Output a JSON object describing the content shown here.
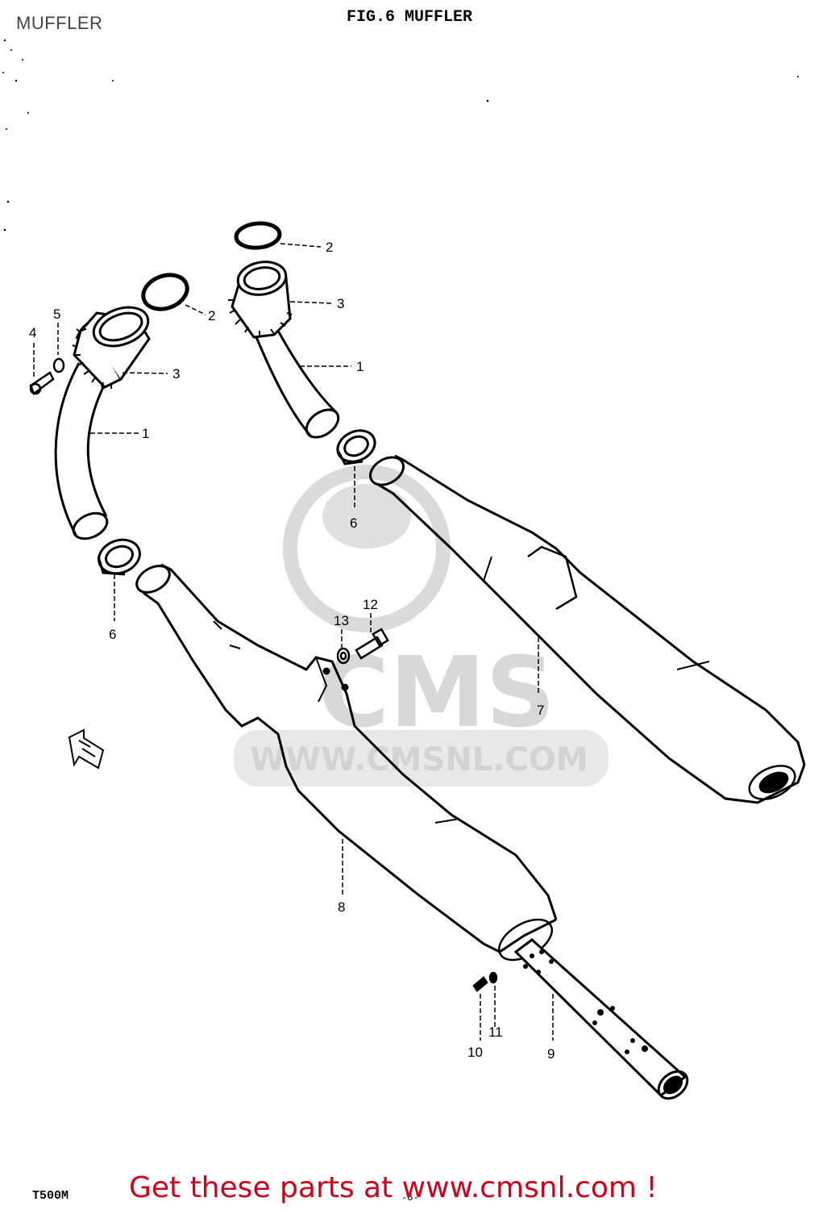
{
  "header": {
    "label": "MUFFLER",
    "fig_title": "FIG.6 MUFFLER"
  },
  "footer": {
    "model_code": "T500M",
    "page_mark": "-6-",
    "banner_text": "Get these parts at www.cmsnl.com !",
    "banner_color": "#d0021b"
  },
  "watermark": {
    "logo_text": "CMS",
    "url_text": "WWW.CMSNL.COM",
    "color": "#d4d4d4"
  },
  "callouts": {
    "c1_left": "1",
    "c1_right": "1",
    "c2_left": "2",
    "c2_right": "2",
    "c3_left": "3",
    "c3_right": "3",
    "c4": "4",
    "c5": "5",
    "c6_left": "6",
    "c6_right": "6",
    "c7": "7",
    "c8": "8",
    "c9": "9",
    "c10": "10",
    "c11": "11",
    "c12": "12",
    "c13": "13"
  },
  "icons": {
    "direction_arrow": "forward-arrow-icon"
  }
}
